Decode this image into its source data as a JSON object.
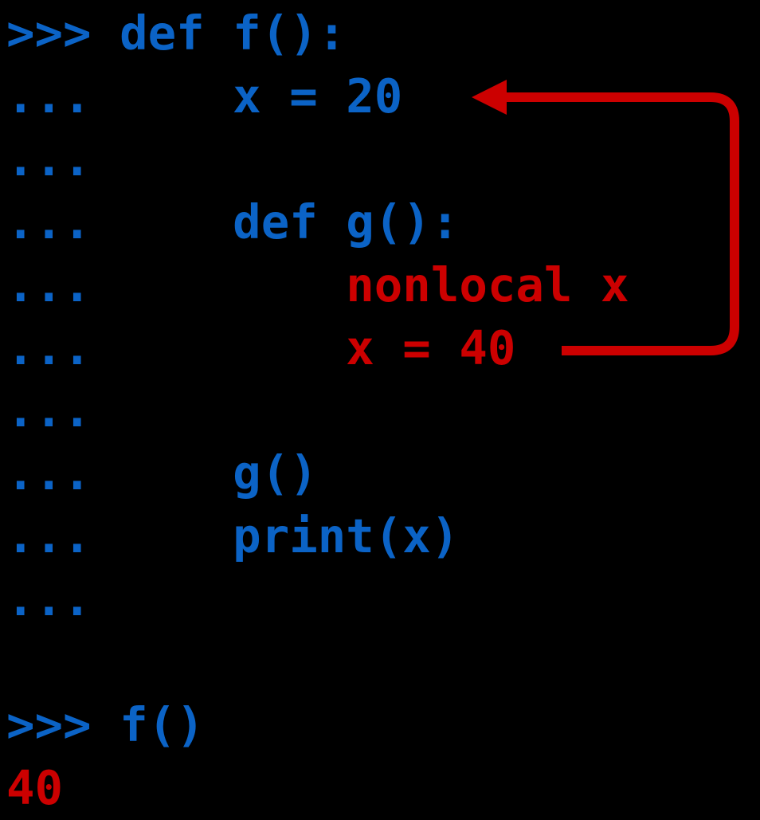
{
  "colors": {
    "background": "#000000",
    "blue": "#0b63c6",
    "red": "#cc0000"
  },
  "repl": {
    "lines": [
      {
        "segments": [
          {
            "text": ">>> def f():",
            "color": "blue"
          }
        ]
      },
      {
        "segments": [
          {
            "text": "...     x = 20",
            "color": "blue"
          }
        ]
      },
      {
        "segments": [
          {
            "text": "...",
            "color": "blue"
          }
        ]
      },
      {
        "segments": [
          {
            "text": "...     def g():",
            "color": "blue"
          }
        ]
      },
      {
        "segments": [
          {
            "text": "...         ",
            "color": "blue"
          },
          {
            "text": "nonlocal x",
            "color": "red"
          }
        ]
      },
      {
        "segments": [
          {
            "text": "...         ",
            "color": "blue"
          },
          {
            "text": "x = 40",
            "color": "red"
          }
        ]
      },
      {
        "segments": [
          {
            "text": "...",
            "color": "blue"
          }
        ]
      },
      {
        "segments": [
          {
            "text": "...     g()",
            "color": "blue"
          }
        ]
      },
      {
        "segments": [
          {
            "text": "...     print(x)",
            "color": "blue"
          }
        ]
      },
      {
        "segments": [
          {
            "text": "...",
            "color": "blue"
          }
        ]
      },
      {
        "segments": [
          {
            "text": "",
            "color": "blue"
          }
        ]
      },
      {
        "segments": [
          {
            "text": ">>> f()",
            "color": "blue"
          }
        ]
      },
      {
        "segments": [
          {
            "text": "40",
            "color": "red"
          }
        ]
      }
    ]
  },
  "arrow": {
    "color": "red",
    "from_text": "x = 40",
    "to_text": "x = 20"
  }
}
